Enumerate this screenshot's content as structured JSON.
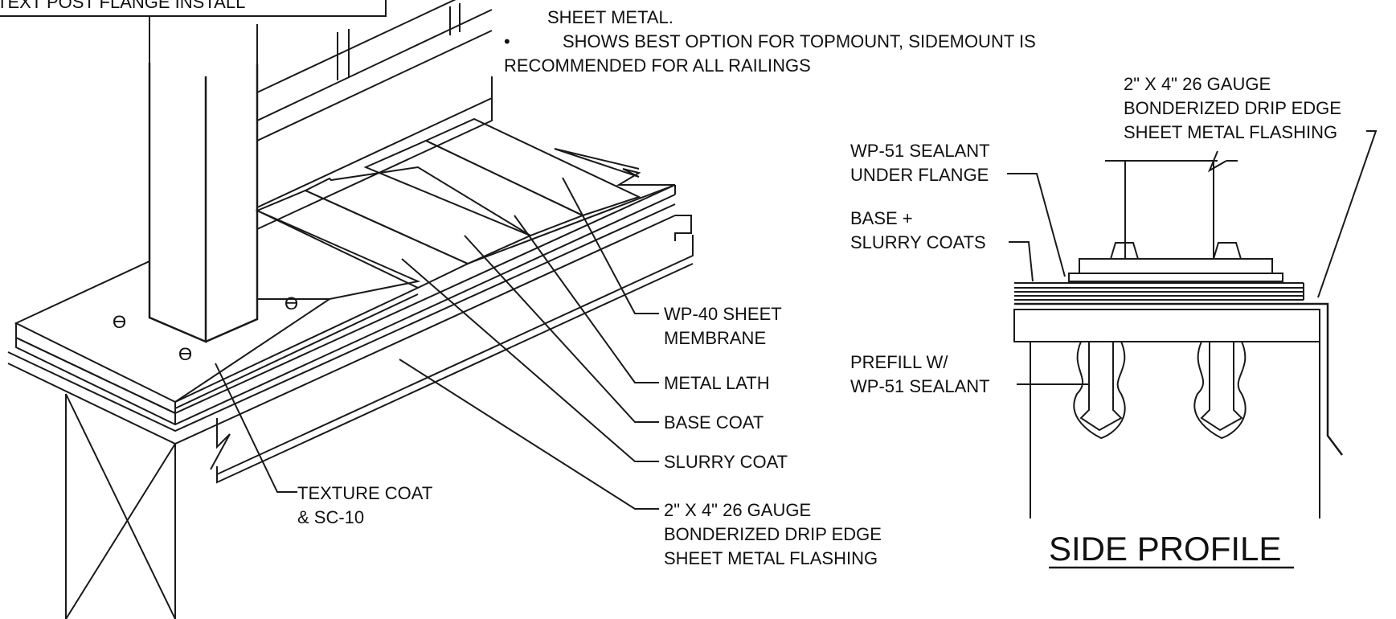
{
  "top_note": {
    "partial_line": "TEXT POST FLANGE INSTALL",
    "line1": "SHEET METAL.",
    "bullet": "•",
    "line2": "SHOWS BEST OPTION FOR TOPMOUNT, SIDEMOUNT IS",
    "line3": "RECOMMENDED FOR ALL RAILINGS"
  },
  "left_labels": {
    "wp40_l1": "WP-40 SHEET",
    "wp40_l2": "MEMBRANE",
    "metal_lath": "METAL LATH",
    "base_coat": "BASE COAT",
    "slurry_coat": "SLURRY COAT",
    "flash_l1": "2\" X 4\" 26 GAUGE",
    "flash_l2": "BONDERIZED DRIP EDGE",
    "flash_l3": "SHEET METAL FLASHING",
    "texture_l1": "TEXTURE COAT",
    "texture_l2": "& SC-10"
  },
  "right_labels": {
    "flash_l1": "2\" X 4\" 26 GAUGE",
    "flash_l2": "BONDERIZED DRIP EDGE",
    "flash_l3": "SHEET METAL FLASHING",
    "sealant_l1": "WP-51 SEALANT",
    "sealant_l2": "UNDER FLANGE",
    "base_l1": "BASE +",
    "base_l2": "SLURRY COATS",
    "prefill_l1": "PREFILL W/",
    "prefill_l2": "WP-51 SEALANT",
    "title": "SIDE PROFILE"
  }
}
